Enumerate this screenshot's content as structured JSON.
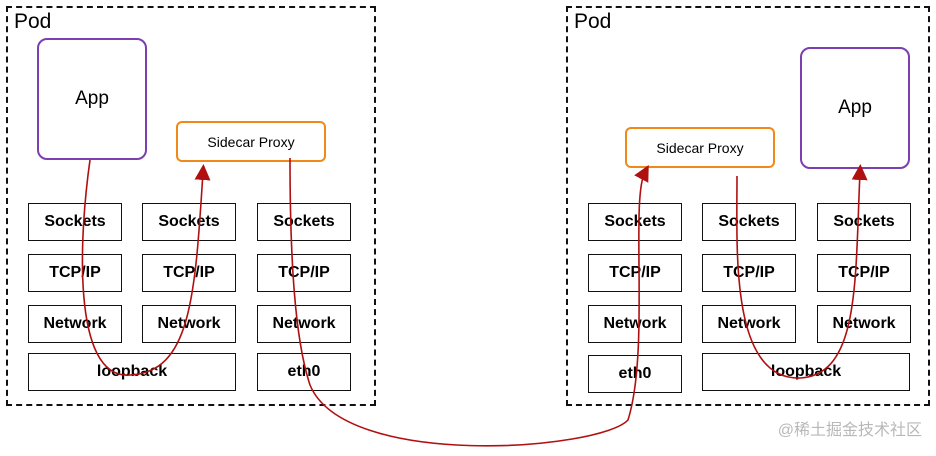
{
  "pods": [
    {
      "label": "Pod",
      "app": "App",
      "proxy": "Sidecar Proxy",
      "stacks": [
        {
          "sockets": "Sockets",
          "tcpip": "TCP/IP",
          "network": "Network"
        },
        {
          "sockets": "Sockets",
          "tcpip": "TCP/IP",
          "network": "Network"
        },
        {
          "sockets": "Sockets",
          "tcpip": "TCP/IP",
          "network": "Network"
        }
      ],
      "loopback": "loopback",
      "eth0": "eth0"
    },
    {
      "label": "Pod",
      "app": "App",
      "proxy": "Sidecar Proxy",
      "stacks": [
        {
          "sockets": "Sockets",
          "tcpip": "TCP/IP",
          "network": "Network"
        },
        {
          "sockets": "Sockets",
          "tcpip": "TCP/IP",
          "network": "Network"
        },
        {
          "sockets": "Sockets",
          "tcpip": "TCP/IP",
          "network": "Network"
        }
      ],
      "loopback": "loopback",
      "eth0": "eth0"
    }
  ],
  "watermark": "@稀土掘金技术社区",
  "colors": {
    "app_border": "#7b3fb0",
    "proxy_border": "#ef8a1a",
    "arrow": "#b01010"
  }
}
